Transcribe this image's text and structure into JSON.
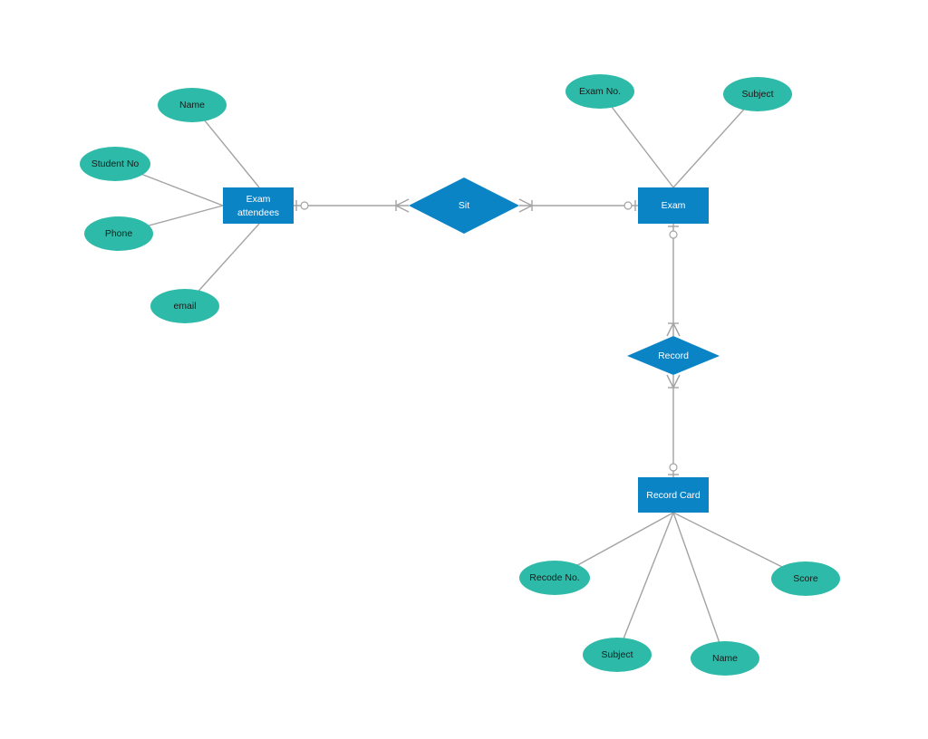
{
  "colors": {
    "entity": "#0b84c6",
    "relationship": "#0b84c6",
    "attribute": "#2dbaa8",
    "connector": "#a3a3a3"
  },
  "entities": {
    "exam_attendees": {
      "line1": "Exam",
      "line2": "attendees"
    },
    "exam": {
      "label": "Exam"
    },
    "record_card": {
      "label": "Record Card"
    }
  },
  "relationships": {
    "sit": {
      "label": "Sit"
    },
    "record": {
      "label": "Record"
    }
  },
  "attributes": {
    "exam_attendees": {
      "name": "Name",
      "student_no": "Student No",
      "phone": "Phone",
      "email": "email"
    },
    "exam": {
      "exam_no": "Exam No.",
      "subject": "Subject"
    },
    "record_card": {
      "recode_no": "Recode No.",
      "subject": "Subject",
      "name": "Name",
      "score": "Score"
    }
  }
}
